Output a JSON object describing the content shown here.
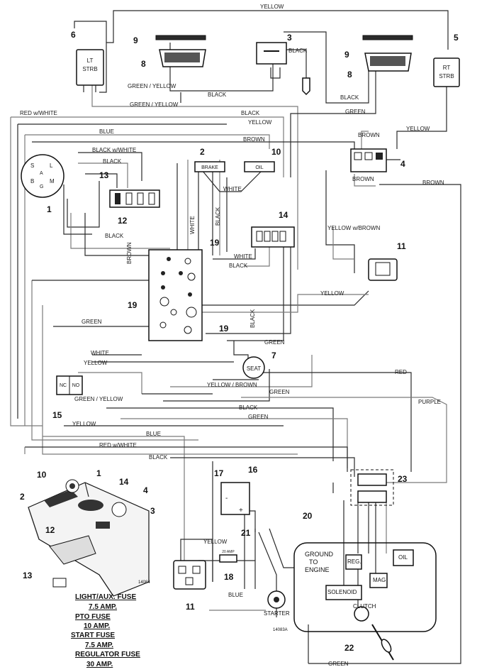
{
  "wire_labels": {
    "yellow_top": "YELLOW",
    "black_switch": "BLACK",
    "green_yellow_1": "GREEN / YELLOW",
    "black_mid": "BLACK",
    "black_right": "BLACK",
    "green_right": "GREEN",
    "yellow_right": "YELLOW",
    "green_yellow_2": "GREEN / YELLOW",
    "red_white_top": "RED w/WHITE",
    "black_top2": "BLACK",
    "yellow_mid": "YELLOW",
    "blue_top": "BLUE",
    "brown_top": "BROWN",
    "black_white": "BLACK w/WHITE",
    "brown_relay": "BROWN",
    "brown_relay2": "BROWN",
    "brown_far": "BROWN",
    "black_key": "BLACK",
    "white_mid": "WHITE",
    "white_vert": "WHITE",
    "black_vert": "BLACK",
    "yellow_brown": "YELLOW w/BROWN",
    "black_conn": "BLACK",
    "brown_vert": "BROWN",
    "white_module": "WHITE",
    "black_module": "BLACK",
    "yellow_module": "YELLOW",
    "green_left": "GREEN",
    "black_module_vert": "BLACK",
    "green_seat": "GREEN",
    "white_seat": "WHITE",
    "yellow_seat": "YELLOW",
    "yellow_brown2": "YELLOW / BROWN",
    "green_yellow_3": "GREEN / YELLOW",
    "green_low": "GREEN",
    "red_right": "RED",
    "purple": "PURPLE",
    "black_low": "BLACK",
    "green_low2": "GREEN",
    "yellow_low": "YELLOW",
    "blue_low": "BLUE",
    "red_white_low": "RED w/WHITE",
    "black_low2": "BLACK",
    "yellow_starter": "YELLOW",
    "blue_starter": "BLUE",
    "green_bottom": "GREEN"
  },
  "components": {
    "lt_strobe": "LT\nSTRB",
    "rt_strobe": "RT\nSTRB",
    "brake": "BRAKE",
    "oil": "OIL",
    "seat": "SEAT",
    "ground_to_engine_1": "GROUND",
    "ground_to_engine_2": "TO",
    "ground_to_engine_3": "ENGINE",
    "reg": "REG.",
    "mag": "MAG",
    "oil_engine": "OIL",
    "solenoid": "SOLENOID",
    "clutch": "CLUTCH",
    "starter": "STARTER",
    "amp20": "20 AMP",
    "key_s": "S",
    "key_l": "L",
    "key_b": "B",
    "key_m": "M",
    "key_a": "A",
    "key_g": "G",
    "nc": "NC",
    "no": "NO",
    "drawing_num_1": "14084",
    "drawing_num_2": "14083A",
    "plus": "+",
    "minus": "-"
  },
  "callouts": [
    "1",
    "2",
    "3",
    "4",
    "5",
    "6",
    "7",
    "8",
    "9",
    "10",
    "11",
    "12",
    "13",
    "14",
    "15",
    "16",
    "17",
    "18",
    "19",
    "20",
    "21",
    "22",
    "23"
  ],
  "fuse_labels": {
    "light_aux": "LIGHT/AUX. FUSE",
    "light_aux_amp": "7.5 AMP.",
    "pto": "PTO FUSE",
    "pto_amp": "10 AMP.",
    "start": "START FUSE",
    "start_amp": "7.5 AMP.",
    "regulator": "REGULATOR FUSE",
    "regulator_amp": "30 AMP."
  }
}
